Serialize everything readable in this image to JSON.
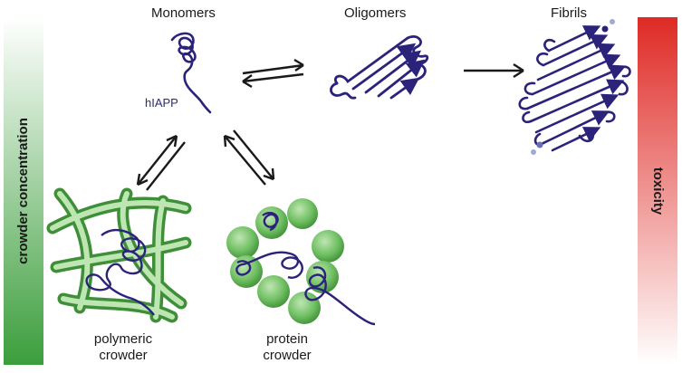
{
  "stages": {
    "monomers": "Monomers",
    "oligomers": "Oligomers",
    "fibrils": "Fibrils"
  },
  "labels": {
    "peptide": "hIAPP",
    "polymeric_crowder": "polymeric\ncrowder",
    "protein_crowder": "protein\ncrowder"
  },
  "bars": {
    "left": "crowder concentration",
    "right": "toxicity"
  },
  "colors": {
    "peptide": "#2b237a",
    "crowder_green": "#4caf4c",
    "toxicity_red": "#e0302a",
    "arrow": "#1a1a1a"
  }
}
